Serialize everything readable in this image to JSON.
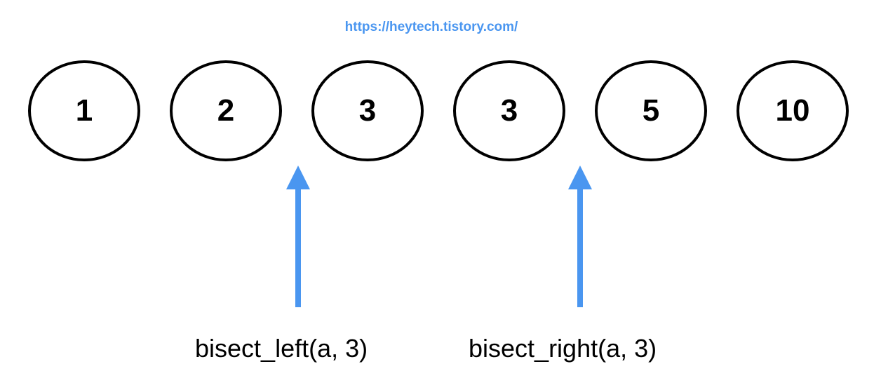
{
  "watermark": "https://heytech.tistory.com/",
  "nodes": [
    "1",
    "2",
    "3",
    "3",
    "5",
    "10"
  ],
  "pointers": {
    "left_label": "bisect_left(a, 3)",
    "right_label": "bisect_right(a, 3)"
  },
  "colors": {
    "accent": "#4a96f0",
    "stroke": "#000000",
    "background": "#ffffff"
  }
}
